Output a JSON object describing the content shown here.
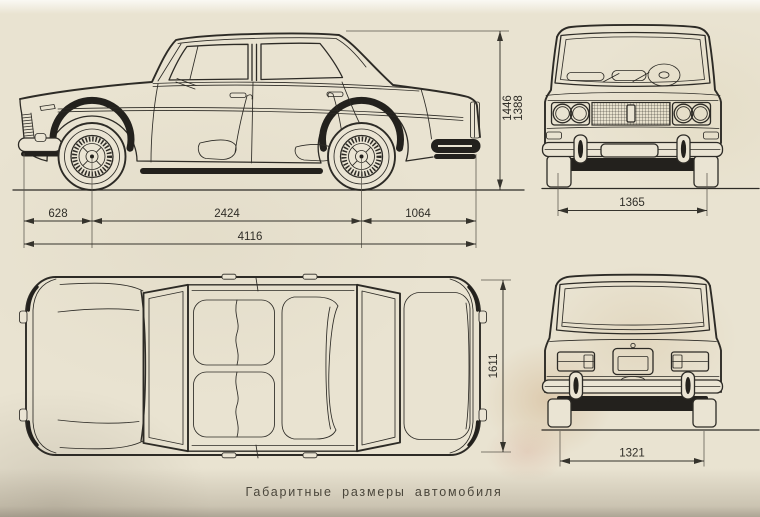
{
  "caption": "Габаритные размеры автомобиля",
  "colors": {
    "paper": "#e9e3d1",
    "ink": "#2d2b26"
  },
  "dimensions": {
    "side": {
      "front_overhang": "628",
      "wheelbase": "2424",
      "rear_overhang": "1064",
      "overall_length": "4116",
      "height_upper": "1446",
      "height_lower": "1388"
    },
    "front": {
      "track": "1365"
    },
    "top": {
      "overall_width": "1611"
    },
    "rear": {
      "track": "1321"
    }
  }
}
